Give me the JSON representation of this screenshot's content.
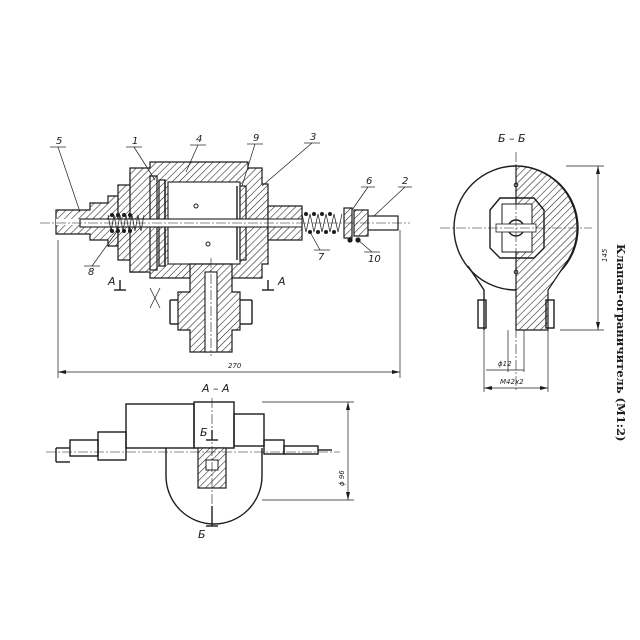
{
  "title": "Клапан-ограничитель (М1:2)",
  "section_labels": {
    "aa": "А – А",
    "bb": "Б – Б"
  },
  "cut_marks": {
    "a_left": "А",
    "a_right": "А",
    "b_top": "Б",
    "b_bottom": "Б"
  },
  "part_numbers": [
    "5",
    "1",
    "4",
    "9",
    "3",
    "6",
    "2",
    "8",
    "7",
    "10"
  ],
  "dimensions": {
    "length": "270",
    "height": "145",
    "diameter_small": "ϕ12",
    "thread": "M42x2",
    "diameter_large": "ϕ 96"
  }
}
